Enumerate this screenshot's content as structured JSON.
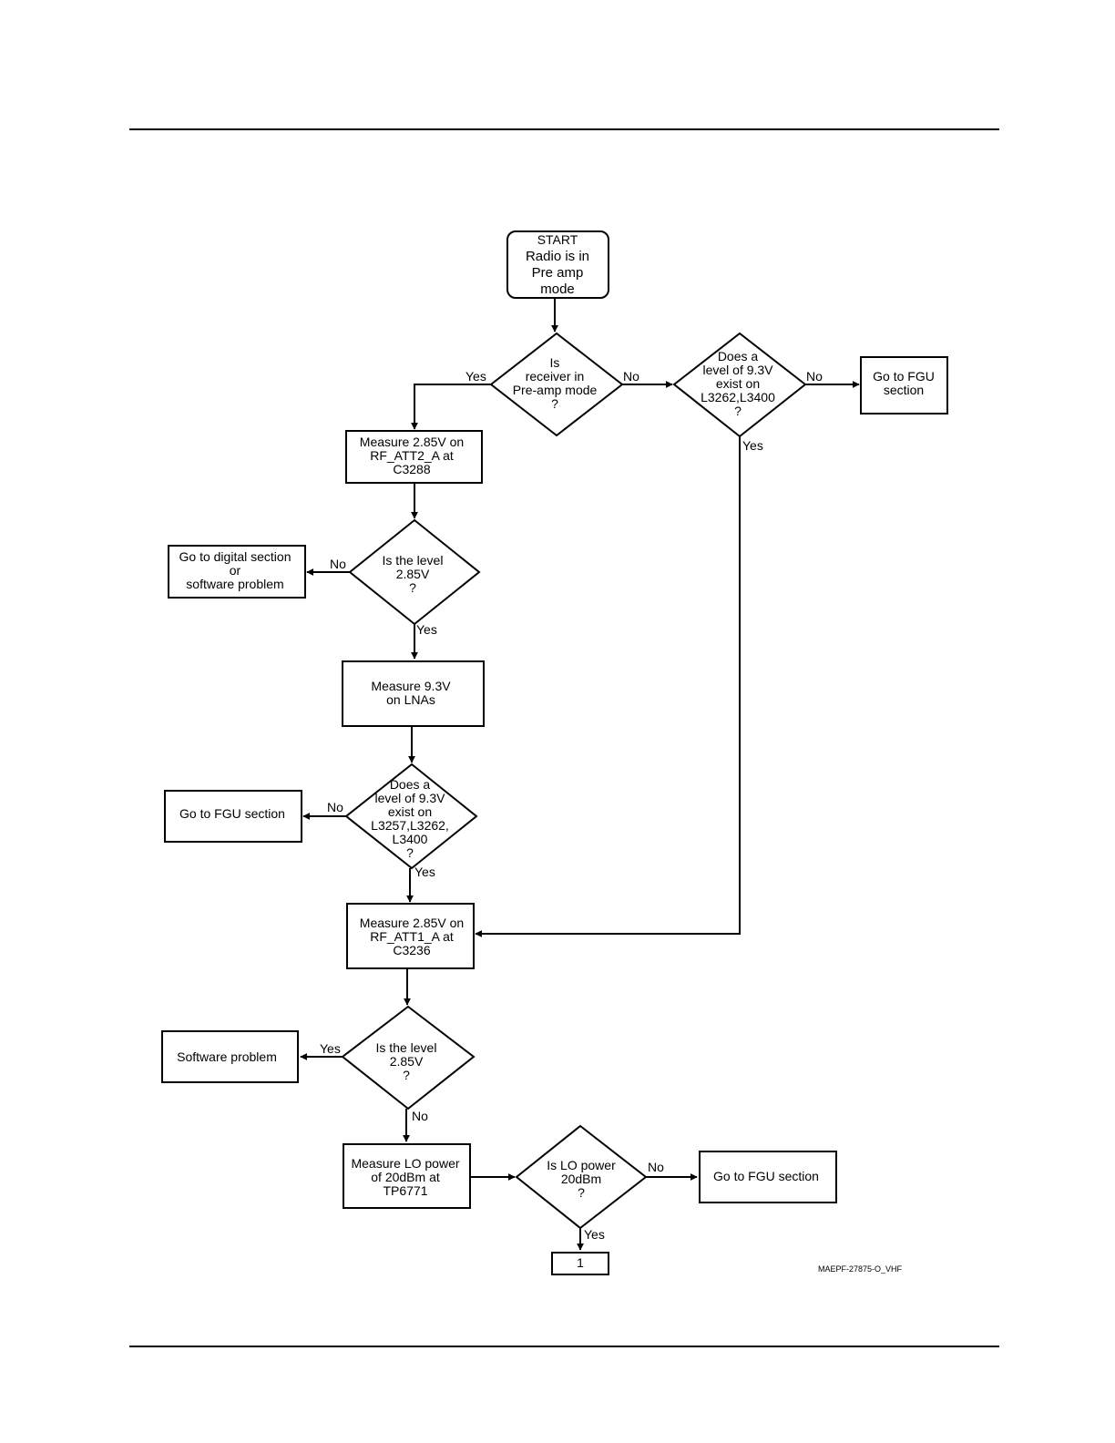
{
  "nodes": {
    "start": {
      "lines": [
        "START",
        "Radio is in",
        "Pre amp",
        "mode"
      ]
    },
    "d_preamp": {
      "lines": [
        "Is",
        "receiver in",
        "Pre-amp mode",
        "?"
      ]
    },
    "d_93_top": {
      "lines": [
        "Does a",
        "level of 9.3V",
        "exist on",
        "L3262,L3400",
        "?"
      ]
    },
    "fgu_top": {
      "lines": [
        "Go to FGU",
        "section"
      ]
    },
    "m_att2": {
      "lines": [
        "Measure 2.85V on",
        "RF_ATT2_A at",
        "C3288"
      ]
    },
    "d_285_a": {
      "lines": [
        "Is the level",
        "2.85V",
        "?"
      ]
    },
    "digital": {
      "lines": [
        "Go to digital section",
        "or",
        "software problem"
      ]
    },
    "m_lna": {
      "lines": [
        "Measure 9.3V",
        "on LNAs"
      ]
    },
    "d_93_mid": {
      "lines": [
        "Does a",
        "level of 9.3V",
        "exist on",
        "L3257,L3262,",
        "L3400",
        "?"
      ]
    },
    "fgu_mid": {
      "lines": [
        "Go to FGU section"
      ]
    },
    "m_att1": {
      "lines": [
        "Measure 2.85V on",
        "RF_ATT1_A at",
        "C3236"
      ]
    },
    "d_285_b": {
      "lines": [
        "Is the level",
        "2.85V",
        "?"
      ]
    },
    "sw": {
      "lines": [
        "Software problem"
      ]
    },
    "m_lo": {
      "lines": [
        "Measure LO power",
        "of 20dBm at",
        "TP6771"
      ]
    },
    "d_lo": {
      "lines": [
        "Is LO power",
        "20dBm",
        "?"
      ]
    },
    "fgu_bot": {
      "lines": [
        "Go to FGU section"
      ]
    },
    "conn1": {
      "lines": [
        "1"
      ]
    }
  },
  "edge_labels": {
    "preamp_yes": "Yes",
    "preamp_no": "No",
    "top93_no": "No",
    "top93_yes": "Yes",
    "a285_no": "No",
    "a285_yes": "Yes",
    "mid93_no": "No",
    "mid93_yes": "Yes",
    "b285_yes": "Yes",
    "b285_no": "No",
    "lo_no": "No",
    "lo_yes": "Yes"
  },
  "figure_id": "MAEPF-27875-O_VHF"
}
